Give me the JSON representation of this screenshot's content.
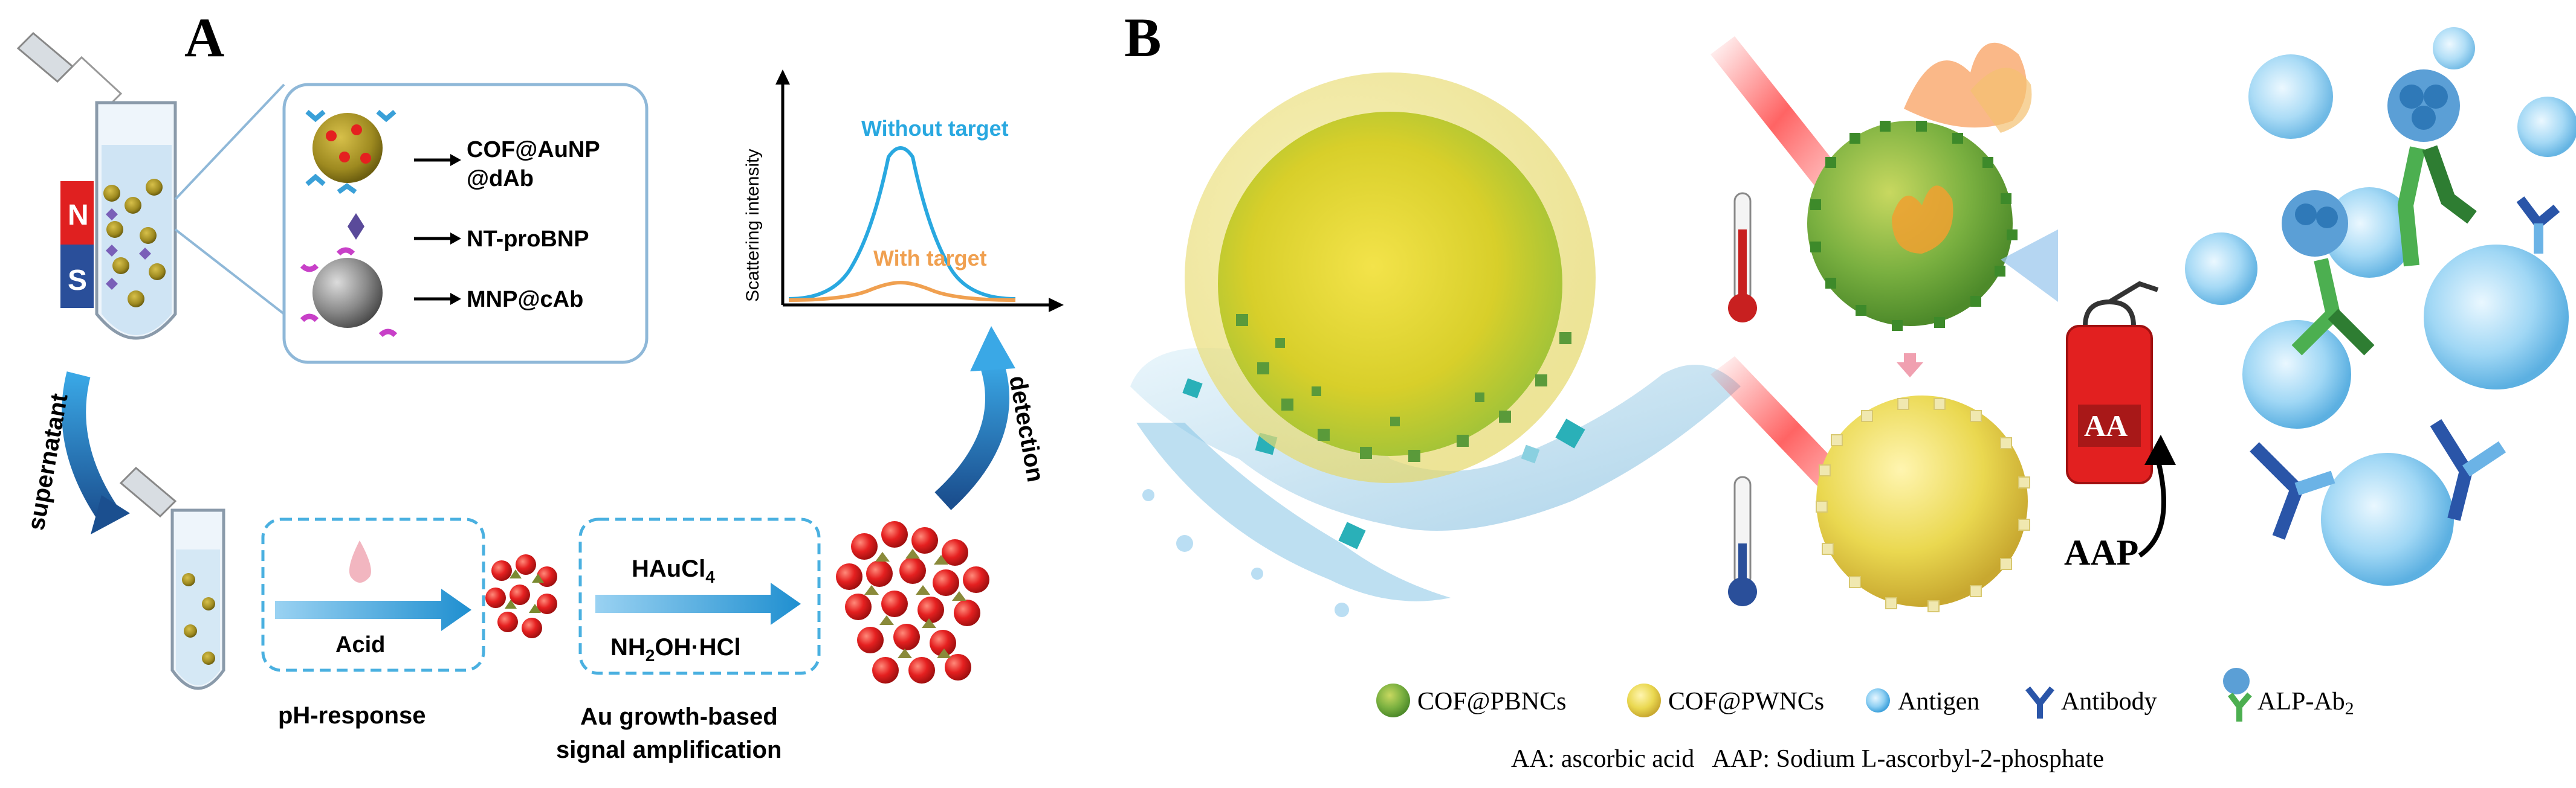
{
  "panel_a": {
    "label": "A",
    "legend": {
      "probe_line1": "COF@AuNP",
      "probe_line2": "@dAb",
      "target": "NT-proBNP",
      "capture": "MNP@cAb"
    },
    "magnet": {
      "north": "N",
      "south": "S"
    },
    "supernatant": "supernatant",
    "detection": "detection",
    "acid": "Acid",
    "ph_response": "pH-response",
    "reagent1_main": "HAuCl",
    "reagent1_sub": "4",
    "reagent2_pre": "NH",
    "reagent2_sub": "2",
    "reagent2_post": "OH·HCl",
    "amp_line1": "Au growth-based",
    "amp_line2": "signal amplification",
    "chart": {
      "ylabel": "Scattering intensity",
      "series1": "Without target",
      "series2": "With target"
    }
  },
  "panel_b": {
    "label": "B",
    "aa": "AA",
    "aap": "AAP",
    "legend": {
      "pbnc": "COF@PBNCs",
      "pwnc": "COF@PWNCs",
      "antigen": "Antigen",
      "antibody": "Antibody",
      "alp_main": "ALP-Ab",
      "alp_sub": "2"
    },
    "footnote": "AA: ascorbic acid   AAP: Sodium L-ascorbyl-2-phosphate"
  },
  "colors": {
    "blue_arrow": "#3d9fd8",
    "red_particle": "#e52020",
    "green_shell": "#6fb53a",
    "yellow_shell": "#e8d93a",
    "blue_curve": "#29a8e0",
    "orange_curve": "#f0a050"
  }
}
